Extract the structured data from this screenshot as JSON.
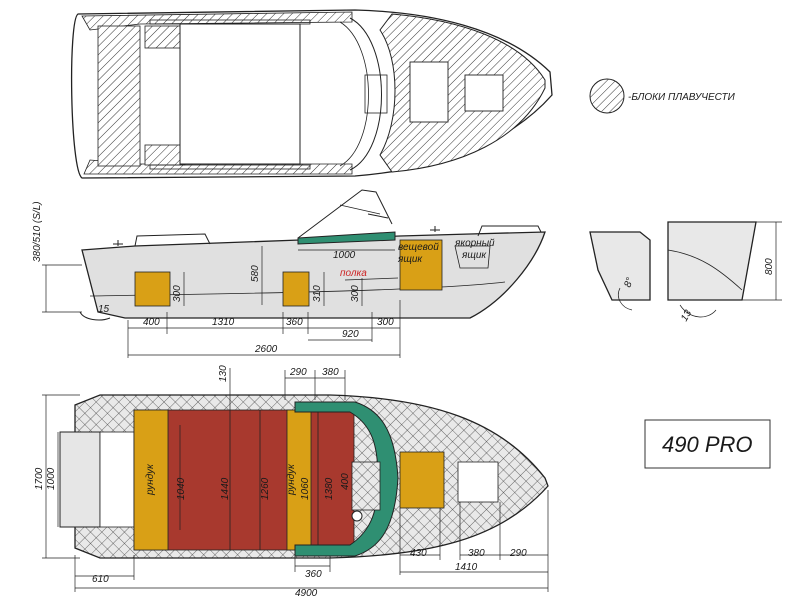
{
  "legend": {
    "label": "-БЛОКИ ПЛАВУЧЕСТИ"
  },
  "model_label": "490 PRO",
  "side_view": {
    "labels": {
      "storage": "вещевой\nящик",
      "anchor": "якорный\nящик",
      "shelf": "полка"
    },
    "dims": {
      "height": "380/510 (S/L)",
      "windshield": "1000",
      "h580": "580",
      "h300a": "300",
      "h310": "310",
      "h300b": "300",
      "d400": "400",
      "d1310": "1310",
      "d360": "360",
      "d920": "920",
      "d300": "300",
      "d2600": "2600",
      "deg15": "15"
    }
  },
  "section_view": {
    "dims": {
      "h800": "800",
      "deg8": "8°",
      "deg13": "13"
    }
  },
  "top_view": {
    "labels": {
      "chest1": "рундук",
      "chest2": "рундук"
    },
    "dims": {
      "w1700": "1700",
      "w1000": "1000",
      "d130": "130",
      "d290a": "290",
      "d380a": "380",
      "d1040": "1040",
      "d1440": "1440",
      "d1260": "1260",
      "d1060": "1060",
      "d1380": "1380",
      "d400": "400",
      "d610": "610",
      "d360": "360",
      "d4900": "4900",
      "d430": "430",
      "d380b": "380",
      "d290b": "290",
      "d1410": "1410"
    }
  },
  "colors": {
    "buoyancy_block": "#d9a016",
    "seats": "#a8392e",
    "console": "#2f8f72",
    "hull_fill": "#e0e0e0"
  }
}
